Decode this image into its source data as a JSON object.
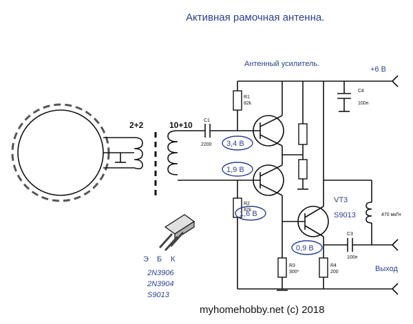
{
  "title": "Активная рамочная антенна.",
  "amplifier_label": "Антенный усилитель.",
  "supply_label": "+6 В",
  "output_label": "Выход",
  "coupling_ratio_primary": "2+2",
  "coupling_ratio_secondary": "10+10",
  "components": {
    "C1": {
      "name": "C1",
      "value": "2200"
    },
    "C3": {
      "name": "C3",
      "value": "100п"
    },
    "C4": {
      "name": "C4",
      "value": "100п"
    },
    "R1": {
      "name": "R1",
      "value": "82k"
    },
    "R2": {
      "name": "R2",
      "value": "82k"
    },
    "R3": {
      "name": "R3",
      "value": "300*"
    },
    "R4": {
      "name": "R4",
      "value": "200"
    },
    "L": {
      "value": "470 мкГн"
    },
    "VT3": {
      "name": "VT3",
      "type": "S9013"
    }
  },
  "voltages": [
    "3,4 В",
    "1,9 В",
    "1,6 В",
    "0,9 В"
  ],
  "transistor_pins": [
    "Э",
    "Б",
    "К"
  ],
  "transistor_types": [
    "2N3906",
    "2N3904",
    "S9013"
  ],
  "footer": "myhomehobby.net  (c) 2018",
  "colors": {
    "text_blue": "#2a3f8f",
    "line": "#111111",
    "ellipse": "#2a3f8f"
  }
}
